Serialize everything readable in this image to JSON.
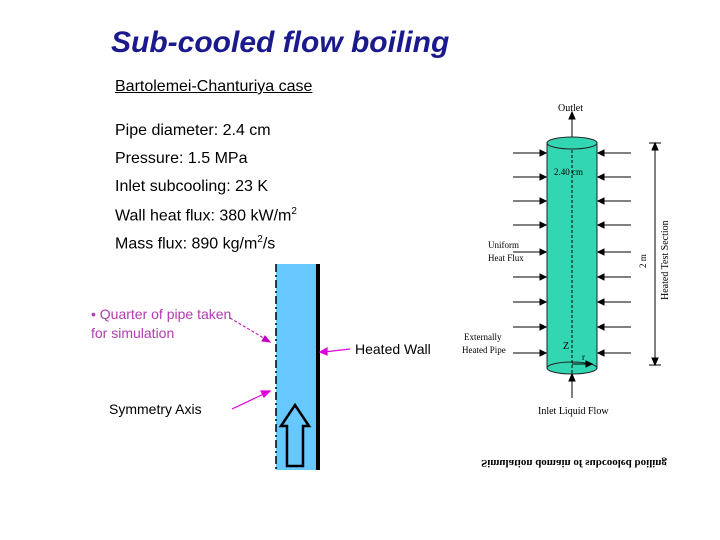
{
  "slide": {
    "title": "Sub-cooled flow boiling",
    "subtitle": "Bartolemei-Chanturiya case",
    "params": [
      {
        "label": "Pipe diameter: 2.4 cm",
        "sup": "",
        "tail": ""
      },
      {
        "label": "Pressure: 1.5 MPa",
        "sup": "",
        "tail": ""
      },
      {
        "label": "Inlet subcooling: 23 K",
        "sup": "",
        "tail": ""
      },
      {
        "label": "Wall heat flux: 380 kW/m",
        "sup": "2",
        "tail": ""
      },
      {
        "label": "Mass flux: 890 kg/m",
        "sup": "2",
        "tail": "/s"
      }
    ],
    "bullet_line1": "• Quarter of pipe taken",
    "bullet_line2": "for simulation",
    "heated_wall_label": "Heated Wall",
    "symmetry_axis_label": "Symmetry Axis"
  },
  "diagram": {
    "outlet": "Outlet",
    "diameter": "2.40 cm",
    "uniform_line1": "Uniform",
    "uniform_line2": "Heat Flux",
    "externally_line1": "Externally",
    "externally_line2": "Heated Pipe",
    "length": "2 m",
    "heated_section": "Heated Test Section",
    "axis_z": "Z",
    "axis_r": "r",
    "inlet": "Inlet Liquid Flow",
    "caption_mirrored": "Simulation domain of subcooled boiling"
  },
  "colors": {
    "title": "#1a1a8c",
    "bullet": "#b03cb0",
    "domain_fill": "#66c8ff",
    "pipe_fill": "#33d6b3",
    "arrow_magenta": "#e000e0"
  }
}
